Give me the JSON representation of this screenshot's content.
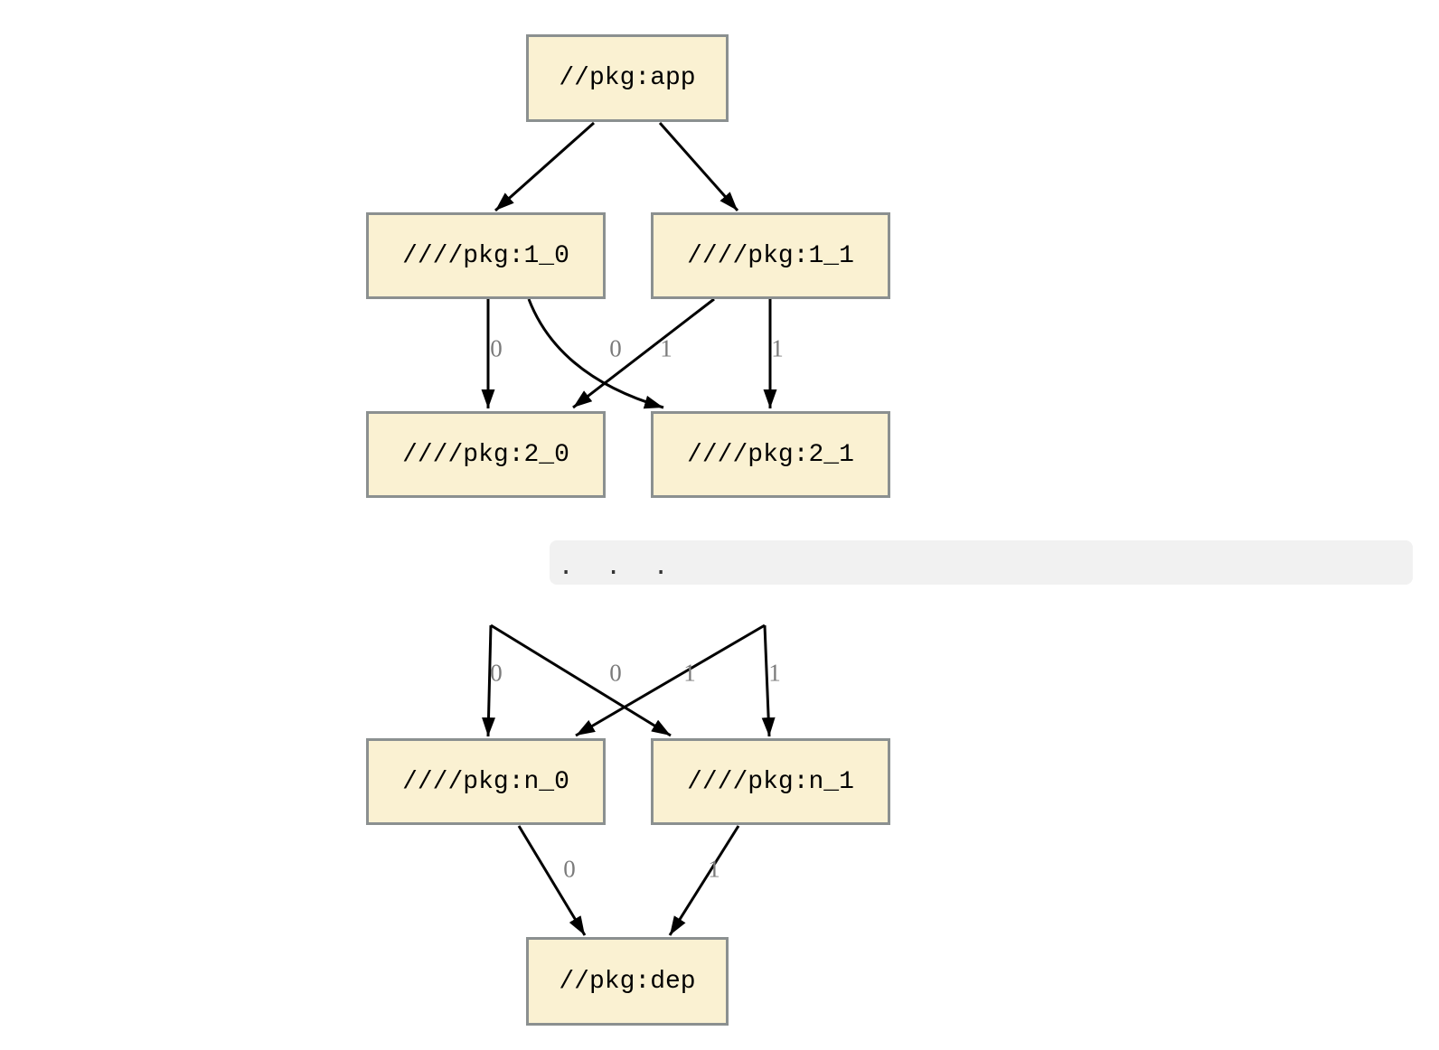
{
  "diagram": {
    "nodes": {
      "app": {
        "label": "//pkg:app"
      },
      "t1_0": {
        "label": "////pkg:1_0"
      },
      "t1_1": {
        "label": "////pkg:1_1"
      },
      "t2_0": {
        "label": "////pkg:2_0"
      },
      "t2_1": {
        "label": "////pkg:2_1"
      },
      "tn_0": {
        "label": "////pkg:n_0"
      },
      "tn_1": {
        "label": "////pkg:n_1"
      },
      "dep": {
        "label": "//pkg:dep"
      }
    },
    "ellipsis": ". . .",
    "edge_labels": {
      "tier1_to_tier2": [
        "0",
        "0",
        "1",
        "1"
      ],
      "ellipsis_to_tiern": [
        "0",
        "0",
        "1",
        "1"
      ],
      "tiern_to_dep": [
        "0",
        "1"
      ]
    },
    "edges": [
      {
        "from": "//pkg:app",
        "to": "////pkg:1_0",
        "label": ""
      },
      {
        "from": "//pkg:app",
        "to": "////pkg:1_1",
        "label": ""
      },
      {
        "from": "////pkg:1_0",
        "to": "////pkg:2_0",
        "label": "0"
      },
      {
        "from": "////pkg:1_0",
        "to": "////pkg:2_1",
        "label": "1"
      },
      {
        "from": "////pkg:1_1",
        "to": "////pkg:2_0",
        "label": "0"
      },
      {
        "from": "////pkg:1_1",
        "to": "////pkg:2_1",
        "label": "1"
      },
      {
        "from": "...",
        "to": "////pkg:n_0",
        "label": "0"
      },
      {
        "from": "...",
        "to": "////pkg:n_1",
        "label": "1"
      },
      {
        "from": "...",
        "to": "////pkg:n_0",
        "label": "0"
      },
      {
        "from": "...",
        "to": "////pkg:n_1",
        "label": "1"
      },
      {
        "from": "////pkg:n_0",
        "to": "//pkg:dep",
        "label": "0"
      },
      {
        "from": "////pkg:n_1",
        "to": "//pkg:dep",
        "label": "1"
      }
    ],
    "colors": {
      "node_fill": "#faf1d2",
      "node_border": "#8b9090",
      "edge": "#000000",
      "edge_label": "#7b7b7b",
      "ellipsis_band": "#f1f1f1"
    }
  }
}
